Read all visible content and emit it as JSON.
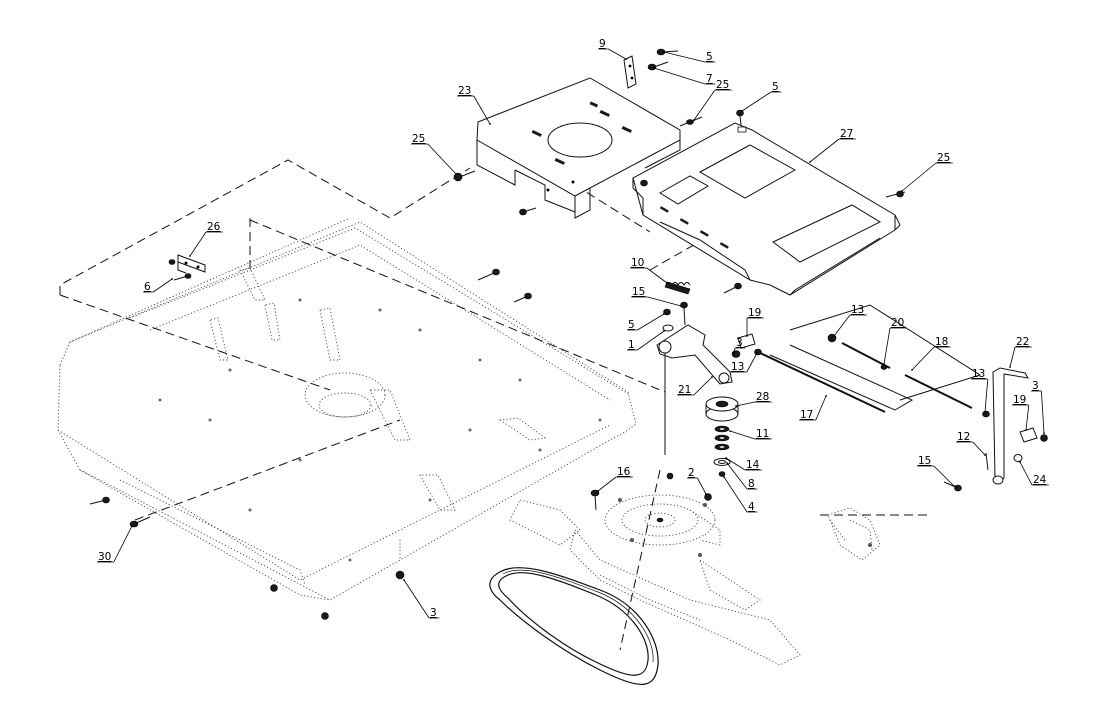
{
  "diagram": {
    "callouts": [
      {
        "id": "c1",
        "label": "1"
      },
      {
        "id": "c2",
        "label": "2"
      },
      {
        "id": "c3a",
        "label": "3"
      },
      {
        "id": "c3b",
        "label": "3"
      },
      {
        "id": "c3c",
        "label": "3"
      },
      {
        "id": "c4",
        "label": "4"
      },
      {
        "id": "c5a",
        "label": "5"
      },
      {
        "id": "c5b",
        "label": "5"
      },
      {
        "id": "c5c",
        "label": "5"
      },
      {
        "id": "c6",
        "label": "6"
      },
      {
        "id": "c7",
        "label": "7"
      },
      {
        "id": "c8",
        "label": "8"
      },
      {
        "id": "c9",
        "label": "9"
      },
      {
        "id": "c10",
        "label": "10"
      },
      {
        "id": "c11",
        "label": "11"
      },
      {
        "id": "c12",
        "label": "12"
      },
      {
        "id": "c13a",
        "label": "13"
      },
      {
        "id": "c13b",
        "label": "13"
      },
      {
        "id": "c13c",
        "label": "13"
      },
      {
        "id": "c14",
        "label": "14"
      },
      {
        "id": "c15a",
        "label": "15"
      },
      {
        "id": "c15b",
        "label": "15"
      },
      {
        "id": "c16",
        "label": "16"
      },
      {
        "id": "c17",
        "label": "17"
      },
      {
        "id": "c18",
        "label": "18"
      },
      {
        "id": "c19a",
        "label": "19"
      },
      {
        "id": "c19b",
        "label": "19"
      },
      {
        "id": "c20",
        "label": "20"
      },
      {
        "id": "c21",
        "label": "21"
      },
      {
        "id": "c22",
        "label": "22"
      },
      {
        "id": "c23",
        "label": "23"
      },
      {
        "id": "c24",
        "label": "24"
      },
      {
        "id": "c25a",
        "label": "25"
      },
      {
        "id": "c25b",
        "label": "25"
      },
      {
        "id": "c25c",
        "label": "25"
      },
      {
        "id": "c26",
        "label": "26"
      },
      {
        "id": "c27",
        "label": "27"
      },
      {
        "id": "c28",
        "label": "28"
      },
      {
        "id": "c30",
        "label": "30"
      }
    ]
  }
}
